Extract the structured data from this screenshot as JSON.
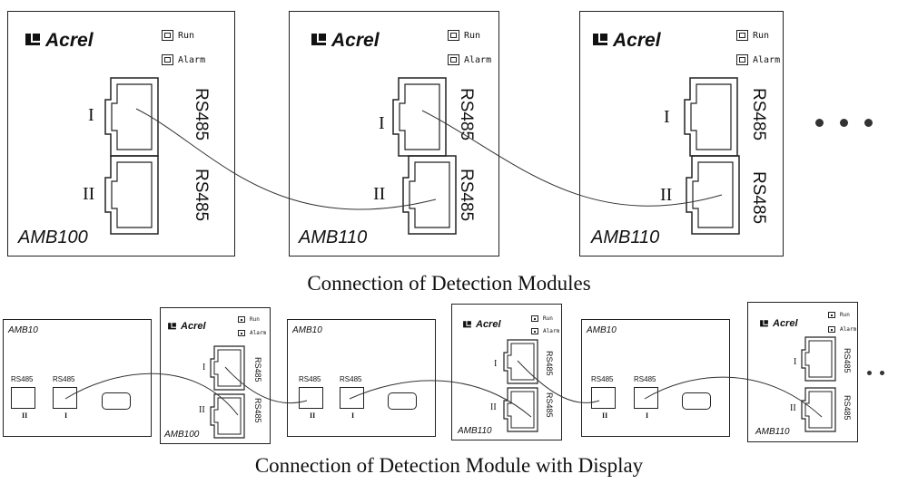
{
  "brand": "Acrel",
  "indicators": {
    "run": "Run",
    "alarm": "Alarm"
  },
  "small_indicators": {
    "run": "Run",
    "alarm": "Alarm"
  },
  "port_label": "RS485",
  "port_roman": {
    "one": "I",
    "two": "II"
  },
  "top_modules": [
    {
      "model": "AMB100"
    },
    {
      "model": "AMB110"
    },
    {
      "model": "AMB110"
    }
  ],
  "top_caption": "Connection of Detection Modules",
  "display_modules": [
    {
      "model": "AMB10",
      "port_labels": [
        "RS485",
        "RS485"
      ],
      "port_roman": [
        "II",
        "I"
      ]
    },
    {
      "model": "AMB10",
      "port_labels": [
        "RS485",
        "RS485"
      ],
      "port_roman": [
        "II",
        "I"
      ]
    },
    {
      "model": "AMB10",
      "port_labels": [
        "RS485",
        "RS485"
      ],
      "port_roman": [
        "II",
        "I"
      ]
    }
  ],
  "bottom_modules": [
    {
      "model": "AMB100"
    },
    {
      "model": "AMB110"
    },
    {
      "model": "AMB110"
    }
  ],
  "bottom_caption": "Connection of Detection Module with Display"
}
